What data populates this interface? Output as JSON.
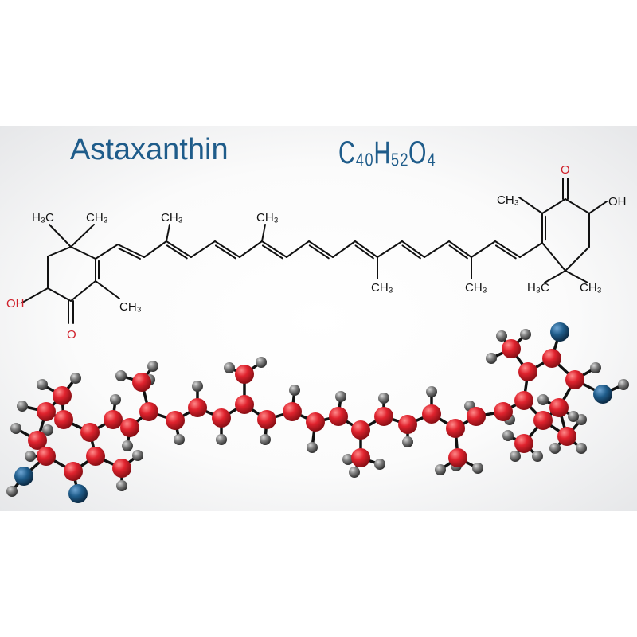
{
  "title": "Astaxanthin",
  "formula": "C₄₀H₅₂O₄",
  "structure_labels": {
    "left_h3c": "H₃C",
    "left_ch3_top": "CH₃",
    "left_oh": "OH",
    "left_o": "O",
    "left_ch3_ring": "CH₃",
    "chain_ch3_1": "CH₃",
    "chain_ch3_2": "CH₃",
    "chain_ch3_3": "CH₃",
    "chain_ch3_4": "CH₃",
    "right_o": "O",
    "right_oh": "OH",
    "right_ch3_ring": "CH₃",
    "right_h3c": "H₃C",
    "right_ch3_bottom": "CH₃"
  },
  "colors": {
    "title": "#1f5c8a",
    "oxygen_label": "#d0202a",
    "carbon_atom": "#d9232e",
    "hydrogen_atom": "#6e6e6e",
    "oxygen_atom": "#1f5c8a"
  }
}
